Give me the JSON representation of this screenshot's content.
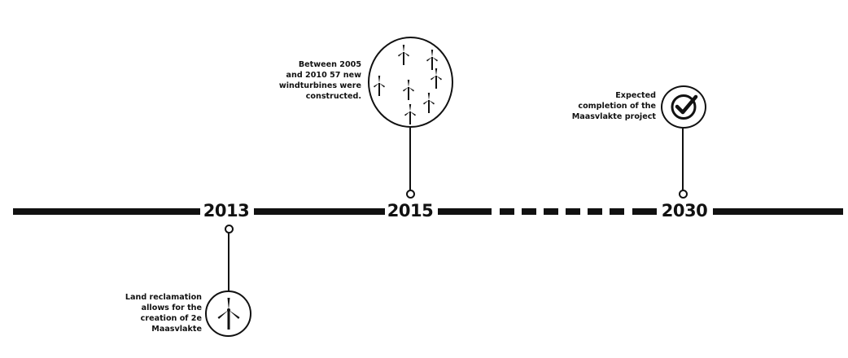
{
  "timeline": {
    "years": {
      "y2013": "2013",
      "y2015": "2015",
      "y2030": "2030"
    }
  },
  "events": {
    "windturbines": {
      "text": "Between 2005\nand 2010 57 new\nwindturbines were\nconstructed.",
      "icon": "wind-turbines-cluster-icon"
    },
    "maasvlakte_completion": {
      "text": "Expected\ncompletion of the\nMaasvlakte project",
      "icon": "checkmark-icon"
    },
    "land_reclamation": {
      "text": "Land reclamation\nallows for the\ncreation of 2e\nMaasvlakte",
      "icon": "wind-turbine-icon"
    }
  },
  "colors": {
    "ink": "#111111",
    "background": "#ffffff"
  }
}
